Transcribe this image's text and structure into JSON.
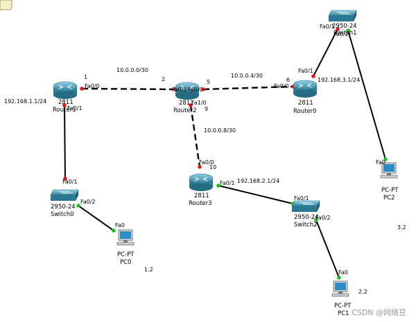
{
  "devices": {
    "router1": {
      "model": "2811",
      "name": "Router1"
    },
    "router2": {
      "model": "2811",
      "name": "Router2"
    },
    "router0": {
      "model": "2811",
      "name": "Router0"
    },
    "router3": {
      "model": "2811",
      "name": "Router3"
    },
    "switch0": {
      "model": "2950-24",
      "name": "Switch0"
    },
    "switch1": {
      "model": "2950-24",
      "name": "Switch1"
    },
    "switch2": {
      "model": "2950-24",
      "name": "Switch2"
    },
    "pc0": {
      "type": "PC-PT",
      "name": "PC0"
    },
    "pc1": {
      "type": "PC-PT",
      "name": "PC1"
    },
    "pc2": {
      "type": "PC-PT",
      "name": "PC2"
    }
  },
  "ports": {
    "r1_fa00": "Fa0/0",
    "r1_fa01": "Fa0/1",
    "r2_fa01": "Fa0/1",
    "r2_fa00": "Fa0/0",
    "r2_fa10": "Fa1/0",
    "r0_fa00": "Fa0/0",
    "r0_fa01": "Fa0/1",
    "r3_fa00": "Fa0/0",
    "r3_fa01": "Fa0/1",
    "sw0_fa01": "Fa0/1",
    "sw0_fa02": "Fa0/2",
    "sw1_fa01": "Fa0/1",
    "sw1_fa02": "Fa0/2",
    "sw2_fa01": "Fa0/1",
    "sw2_fa02": "Fa0/2",
    "pc0_fa0": "Fa0",
    "pc1_fa0": "Fa0",
    "pc2_fa0": "Fa0"
  },
  "networks": {
    "r1_r2": "10.0.0.0/30",
    "r2_r0": "10.0.0.4/30",
    "r2_r3": "10.0.0.8/30",
    "lan1": "192.168.1.1/24",
    "lan2": "192.168.2.1/24",
    "lan3": "192.168.3.1/24"
  },
  "host_numbers": {
    "r1_fa00": "1",
    "r2_fa01": "2",
    "r2_fa00": "5",
    "r0_fa00": "6",
    "r2_fa10": "9",
    "r3_fa00": "10",
    "pc0": "1.2",
    "pc1": "2.2",
    "pc2": "3.2"
  },
  "watermark": "CSDN @网络豆",
  "colors": {
    "link": "#000000",
    "port_up": "#1ec21e",
    "port_down": "#e8141a",
    "router_body": "#3d97b3",
    "switch_body": "#3a8ca6"
  }
}
